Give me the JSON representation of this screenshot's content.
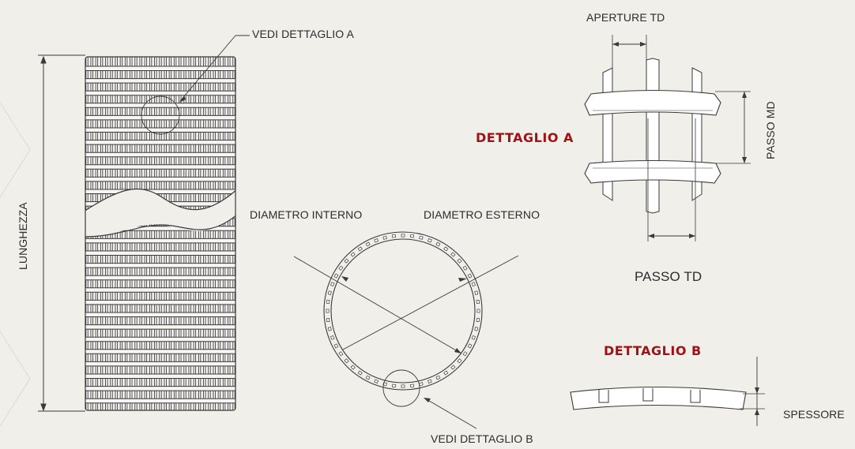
{
  "labels": {
    "vedi_dettaglio_a": "VEDI DETTAGLIO A",
    "vedi_dettaglio_b": "VEDI DETTAGLIO B",
    "lunghezza": "LUNGHEZZA",
    "diametro_interno": "DIAMETRO INTERNO",
    "diametro_esterno": "DIAMETRO ESTERNO",
    "aperture_td": "APERTURE TD",
    "passo_md": "PASSO MD",
    "passo_td": "PASSO TD",
    "spessore": "SPESSORE",
    "dettaglio_a": "DETTAGLIO A",
    "dettaglio_b": "DETTAGLIO B"
  },
  "colors": {
    "background": "#f1efea",
    "line": "#3a3a3a",
    "accent": "#a11216"
  }
}
